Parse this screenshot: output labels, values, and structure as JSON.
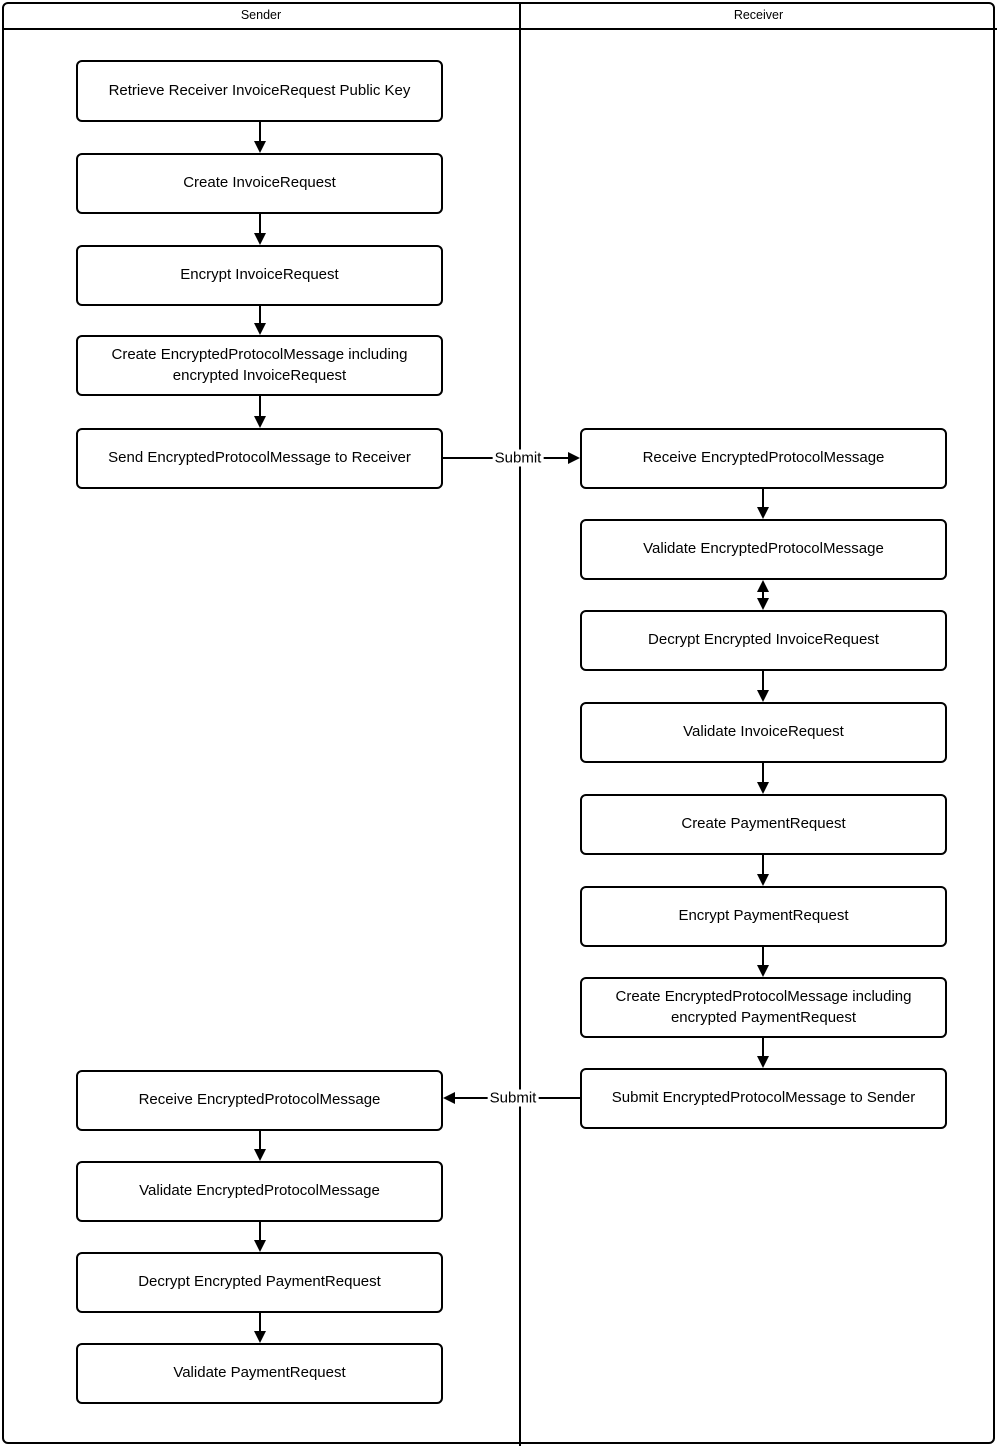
{
  "lanes": [
    {
      "label": "Sender",
      "boxes": [
        {
          "label": "Retrieve Receiver InvoiceRequest Public Key"
        },
        {
          "label": "Create InvoiceRequest"
        },
        {
          "label": "Encrypt InvoiceRequest"
        },
        {
          "label": "Create EncryptedProtocolMessage including encrypted InvoiceRequest"
        },
        {
          "label": "Send EncryptedProtocolMessage to Receiver"
        },
        {
          "label": "Receive EncryptedProtocolMessage"
        },
        {
          "label": "Validate EncryptedProtocolMessage"
        },
        {
          "label": "Decrypt Encrypted PaymentRequest"
        },
        {
          "label": "Validate PaymentRequest"
        }
      ]
    },
    {
      "label": "Receiver",
      "boxes": [
        {
          "label": "Receive EncryptedProtocolMessage"
        },
        {
          "label": "Validate EncryptedProtocolMessage"
        },
        {
          "label": "Decrypt Encrypted InvoiceRequest"
        },
        {
          "label": "Validate InvoiceRequest"
        },
        {
          "label": "Create PaymentRequest"
        },
        {
          "label": "Encrypt PaymentRequest"
        },
        {
          "label": "Create EncryptedProtocolMessage including encrypted PaymentRequest"
        },
        {
          "label": "Submit EncryptedProtocolMessage to Sender"
        }
      ]
    }
  ],
  "connectors": {
    "submit_top": {
      "label": "Submit"
    },
    "submit_bottom": {
      "label": "Submit"
    }
  },
  "colors": {
    "stroke": "#000000",
    "fill": "#ffffff",
    "text": "#000000"
  }
}
